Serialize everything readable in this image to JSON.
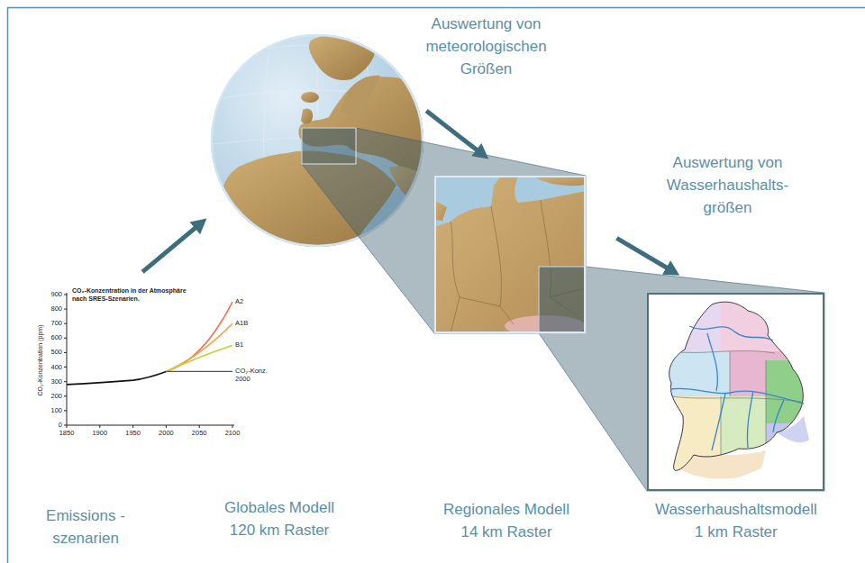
{
  "diagram": {
    "nodes": [
      {
        "text": [
          "Emissions - szenarien"
        ]
      },
      {
        "text": [
          "Globales Modell 120 km Raster"
        ]
      },
      {
        "text": [
          "Regionales Modell 14 km Raster"
        ]
      },
      {
        "text": [
          "Wasserhaushaltsmodell 1 km Raster"
        ]
      }
    ],
    "edges": [
      {
        "from": 0,
        "to": 1,
        "arrow": "to"
      },
      {
        "from": 1,
        "to": 2,
        "arrow": "to",
        "label": "Auswertung von meteorologischen Größen"
      },
      {
        "from": 2,
        "to": 3,
        "arrow": "to",
        "label": "Auswertung von Wasserhaushalts- größen"
      }
    ],
    "labels": [
      "CO₂-Konzentration in der Atmosphäre nach SRES-Szenarien.",
      "CO₂-Konzentration (ppm)",
      "900",
      "800",
      "700",
      "600",
      "500",
      "400",
      "300",
      "200",
      "100",
      "0",
      "1850",
      "1900",
      "1950",
      "2000",
      "2050",
      "2100",
      "A2",
      "A1B",
      "B1",
      "CO₂-Konz. 2000"
    ]
  }
}
